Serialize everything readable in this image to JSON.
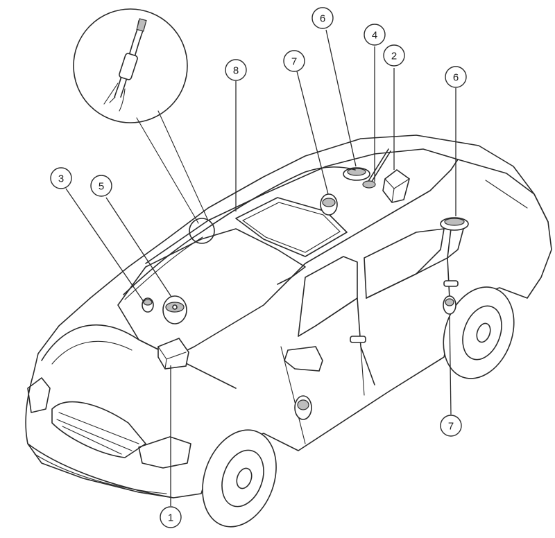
{
  "callouts": [
    {
      "id": "c1",
      "label": "1"
    },
    {
      "id": "c2",
      "label": "2"
    },
    {
      "id": "c3",
      "label": "3"
    },
    {
      "id": "c4",
      "label": "4"
    },
    {
      "id": "c5",
      "label": "5"
    },
    {
      "id": "c6a",
      "label": "6"
    },
    {
      "id": "c6b",
      "label": "6"
    },
    {
      "id": "c7a",
      "label": "7"
    },
    {
      "id": "c7b",
      "label": "7"
    },
    {
      "id": "c8",
      "label": "8"
    }
  ]
}
